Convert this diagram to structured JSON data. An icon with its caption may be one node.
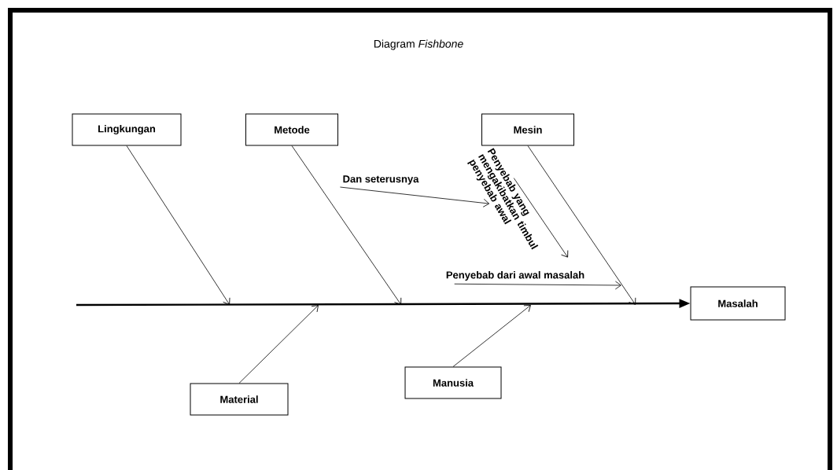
{
  "diagram": {
    "title": "Diagram *Fishbone*",
    "nodes": [
      {
        "text": [
          "Lingkungan"
        ]
      },
      {
        "text": [
          "Metode"
        ]
      },
      {
        "text": [
          "Mesin"
        ]
      },
      {
        "text": [
          "Dan seterusnya"
        ]
      },
      {
        "text": [
          "Penyebab yang mengakibatkan timbul penyebab awal"
        ]
      },
      {
        "text": [
          "Penyebab dari awal masalah"
        ]
      },
      {
        "text": [
          "Masalah"
        ]
      },
      {
        "text": [
          "Material"
        ]
      },
      {
        "text": [
          "Manusia"
        ]
      }
    ],
    "edges": [
      {
        "from": 0,
        "to": null,
        "arrow": "to"
      },
      {
        "from": 1,
        "to": null,
        "arrow": "to"
      },
      {
        "from": 2,
        "to": null,
        "arrow": "to"
      },
      {
        "from": 7,
        "to": null,
        "arrow": "to"
      },
      {
        "from": 8,
        "to": null,
        "arrow": "to"
      },
      {
        "from": null,
        "to": 6,
        "arrow": "to",
        "style": "thick"
      },
      {
        "from": 3,
        "to": 4,
        "arrow": "to"
      },
      {
        "from": 5,
        "to": null,
        "arrow": "to"
      },
      {
        "from": 4,
        "to": 5,
        "arrow": "to"
      }
    ]
  }
}
